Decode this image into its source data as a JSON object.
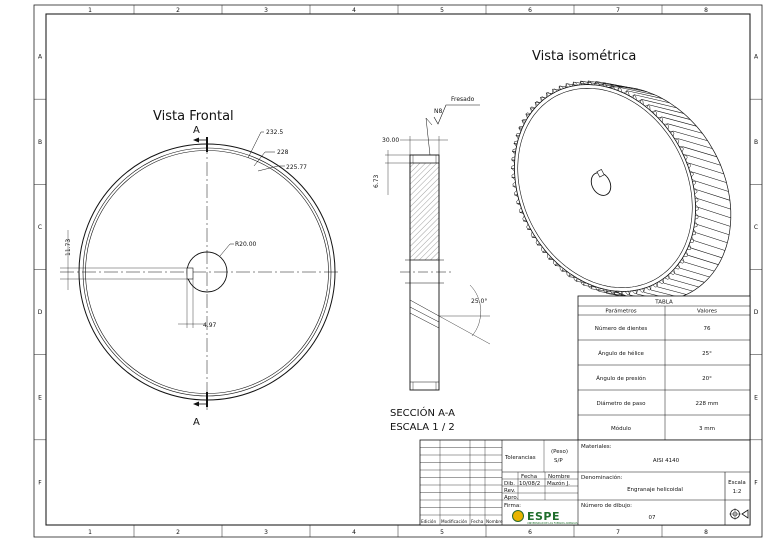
{
  "border": {
    "columns": [
      "1",
      "2",
      "3",
      "4",
      "5",
      "6",
      "7",
      "8"
    ],
    "rows": [
      "A",
      "B",
      "C",
      "D",
      "E",
      "F"
    ]
  },
  "front_view": {
    "title": "Vista Frontal",
    "section_mark_top": "A",
    "section_mark_bottom": "A",
    "dim_232_5": "232.5",
    "dim_228": "228",
    "dim_225_77": "225.77",
    "dim_r20": "R20.00",
    "dim_11_73": "11.73",
    "dim_4_97": "4.97"
  },
  "section_view": {
    "dim_30": "30.00",
    "dim_6_73": "6.73",
    "finish_symbol": "N8",
    "finish_note": "Fresado",
    "angle": "25.0°",
    "title": "SECCIÓN A-A",
    "scale": "ESCALA 1 / 2"
  },
  "iso_view": {
    "title": "Vista isométrica",
    "tooth_count": 76
  },
  "param_table": {
    "title": "TABLA",
    "headers": [
      "Parámetros",
      "Valores"
    ],
    "rows": [
      [
        "Número de dientes",
        "76"
      ],
      [
        "Ángulo de hélice",
        "25°"
      ],
      [
        "Ángulo de presión",
        "20°"
      ],
      [
        "Diámetro de paso",
        "228 mm"
      ],
      [
        "Módulo",
        "3 mm"
      ]
    ]
  },
  "title_block": {
    "tolerancias": "Tolerancias",
    "peso": "(Peso)",
    "peso_value": "S/P",
    "materiales_label": "Materiales:",
    "material": "AISI 4140",
    "fecha": "Fecha",
    "nombre": "Nombre",
    "dib": "Dib.",
    "dib_fecha": "10/08/2",
    "dib_nombre": "Mazón J.",
    "rev": "Rev.",
    "apro": "Apro.",
    "firma": "Firma:",
    "denominacion_label": "Denominación:",
    "denominacion": "Engranaje helicoidal",
    "escala_label": "Escala",
    "escala": "1:2",
    "numero_label": "Número de dibujo:",
    "numero": "07",
    "rev_headers": [
      "Edición",
      "Modificación",
      "Fecha",
      "Nombre"
    ],
    "logo_text": "ESPE",
    "logo_sub": "UNIVERSIDAD DE LAS FUERZAS ARMADAS"
  }
}
